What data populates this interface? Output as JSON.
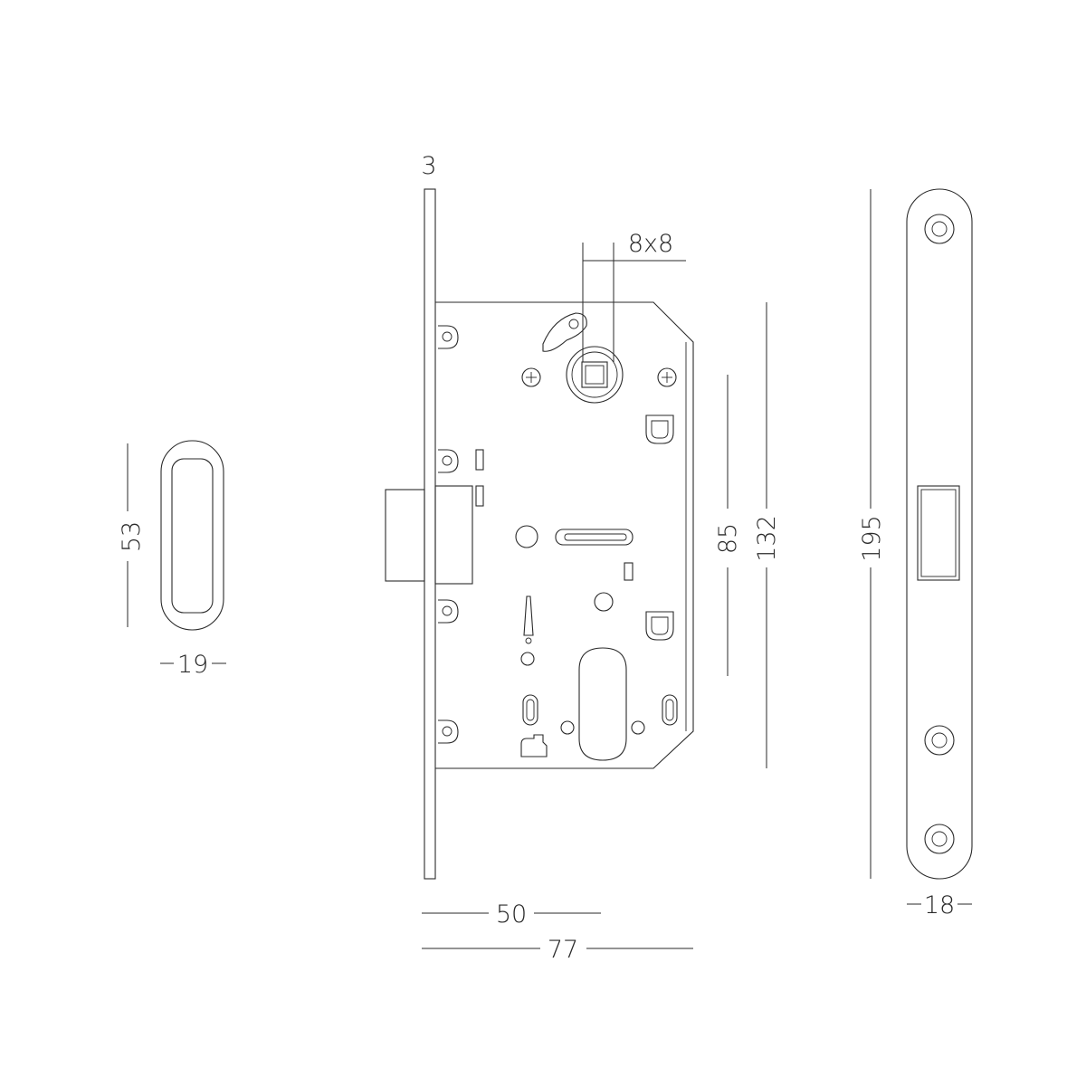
{
  "drawing": {
    "subject": "mortise lock with strike plate and strike cover",
    "dimensions": {
      "faceplate_thickness": "3",
      "spindle_square": "8x8",
      "backset": "50",
      "body_depth": "77",
      "centre_distance": "85",
      "body_height": "132",
      "faceplate_length": "195",
      "faceplate_width": "18",
      "cover_height": "53",
      "cover_width": "19"
    }
  }
}
